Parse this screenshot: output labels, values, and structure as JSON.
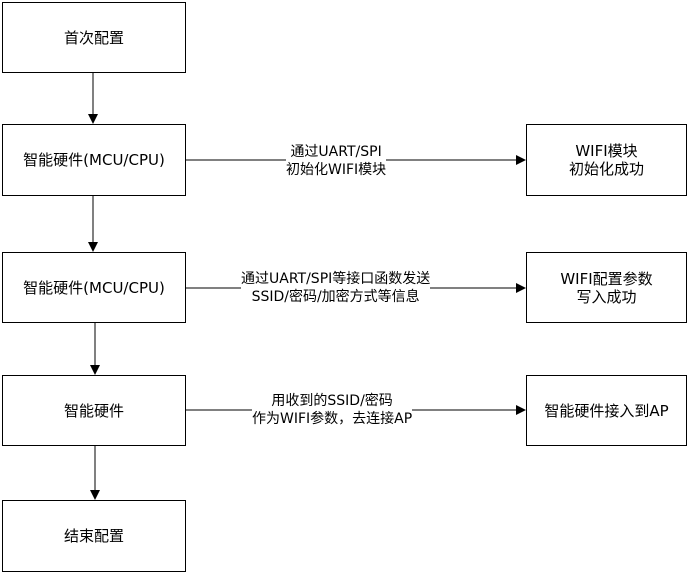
{
  "diagram": {
    "nodes": {
      "start": {
        "lines": [
          "首次配置"
        ]
      },
      "mcu1": {
        "lines": [
          "智能硬件(MCU/CPU)"
        ]
      },
      "wifi_init": {
        "lines": [
          "WIFI模块",
          "初始化成功"
        ]
      },
      "mcu2": {
        "lines": [
          "智能硬件(MCU/CPU)"
        ]
      },
      "wifi_param": {
        "lines": [
          "WIFI配置参数",
          "写入成功"
        ]
      },
      "hw": {
        "lines": [
          "智能硬件"
        ]
      },
      "ap": {
        "lines": [
          "智能硬件接入到AP"
        ]
      },
      "end": {
        "lines": [
          "结束配置"
        ]
      }
    },
    "edges": [
      {
        "from": "start",
        "to": "mcu1",
        "label": []
      },
      {
        "from": "mcu1",
        "to": "mcu2",
        "label": []
      },
      {
        "from": "mcu2",
        "to": "hw",
        "label": []
      },
      {
        "from": "hw",
        "to": "end",
        "label": []
      },
      {
        "from": "mcu1",
        "to": "wifi_init",
        "label": [
          "通过UART/SPI",
          "初始化WIFI模块"
        ]
      },
      {
        "from": "mcu2",
        "to": "wifi_param",
        "label": [
          "通过UART/SPI等接口函数发送",
          "SSID/密码/加密方式等信息"
        ]
      },
      {
        "from": "hw",
        "to": "ap",
        "label": [
          "用收到的SSID/密码",
          "作为WIFI参数，去连接AP"
        ]
      }
    ]
  }
}
